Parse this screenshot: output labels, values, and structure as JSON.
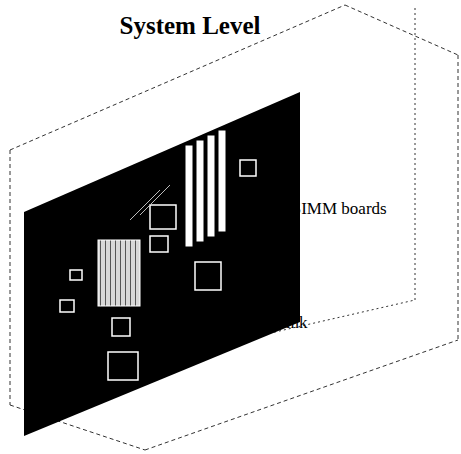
{
  "diagram": {
    "title": "System Level",
    "labels": [
      "4 SIMM boards",
      "Heatsink"
    ]
  }
}
